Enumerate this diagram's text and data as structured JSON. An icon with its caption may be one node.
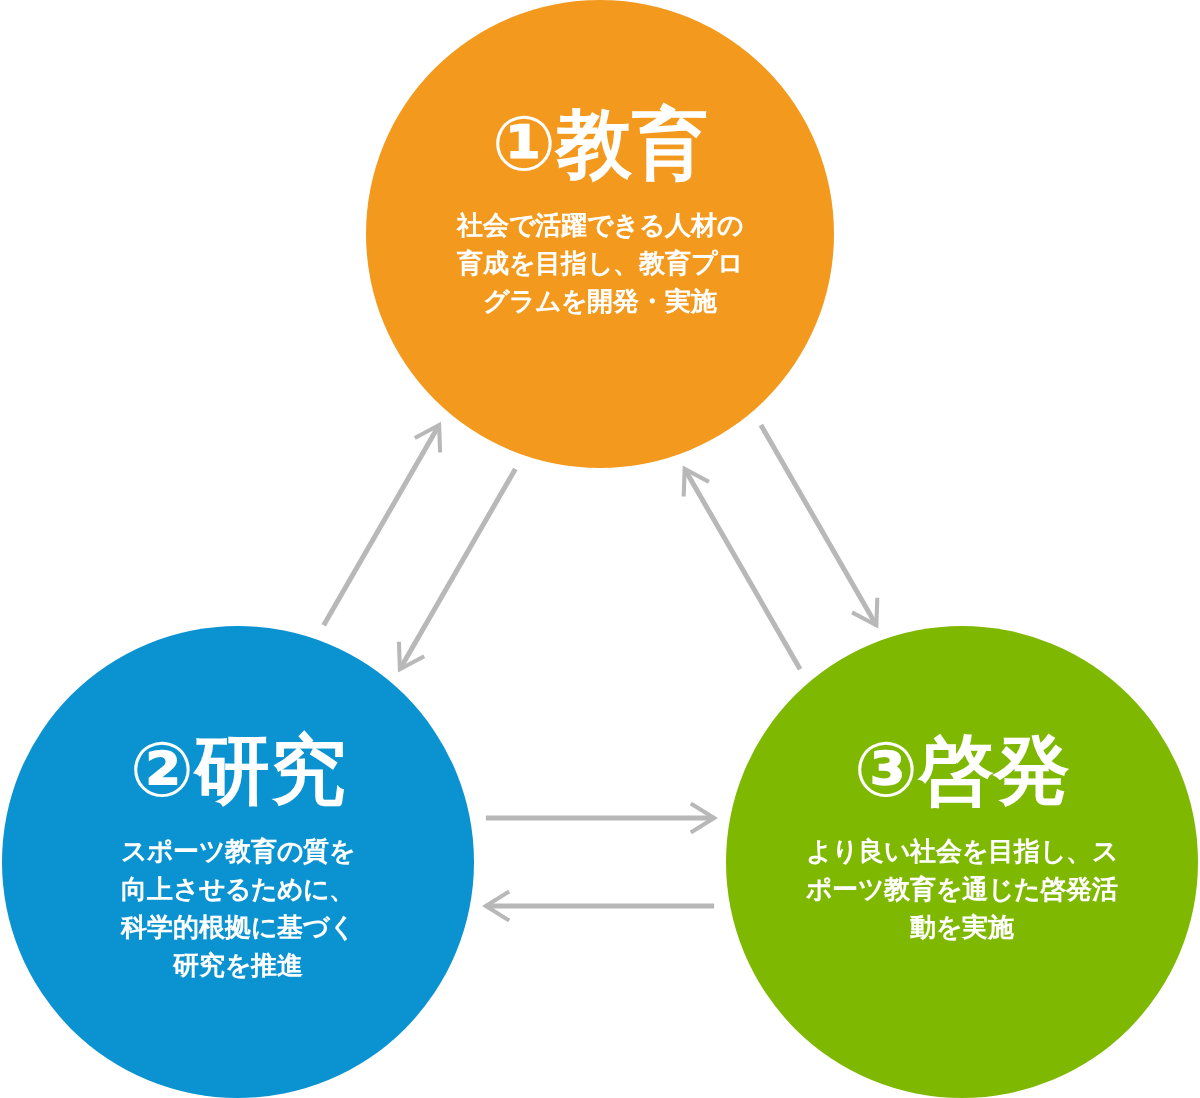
{
  "diagram": {
    "nodes": [
      {
        "text": [
          "①教育",
          "社会で活躍できる人材の育成を目指し、教育プログラムを開発・実施"
        ]
      },
      {
        "text": [
          "②研究",
          "スポーツ教育の質を向上させるために、科学的根拠に基づく研究を推進"
        ]
      },
      {
        "text": [
          "③啓発",
          "より良い社会を目指し、スポーツ教育を通じた啓発活動を実施"
        ]
      }
    ],
    "edges": [
      {
        "from": 1,
        "to": 0,
        "arrow": "to"
      },
      {
        "from": 0,
        "to": 1,
        "arrow": "to"
      },
      {
        "from": 0,
        "to": 2,
        "arrow": "to"
      },
      {
        "from": 2,
        "to": 0,
        "arrow": "to"
      },
      {
        "from": 1,
        "to": 2,
        "arrow": "to"
      },
      {
        "from": 2,
        "to": 1,
        "arrow": "to"
      }
    ]
  }
}
